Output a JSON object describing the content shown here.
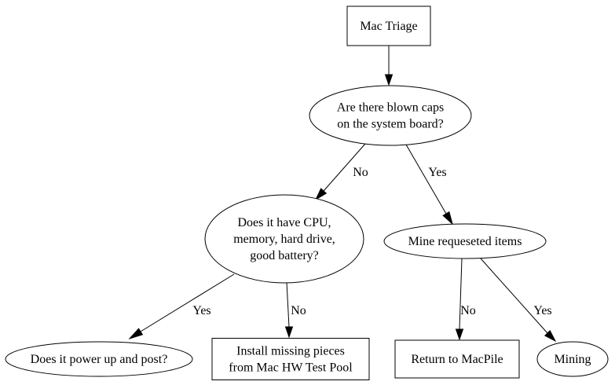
{
  "diagram": {
    "title": "Mac Triage",
    "nodes": [
      {
        "id": "triage",
        "shape": "box",
        "lines": [
          "Mac Triage"
        ]
      },
      {
        "id": "caps",
        "shape": "ellipse",
        "lines": [
          "Are there blown caps",
          "on the system board?"
        ]
      },
      {
        "id": "parts",
        "shape": "ellipse",
        "lines": [
          "Does it have CPU,",
          "memory, hard drive,",
          "good battery?"
        ]
      },
      {
        "id": "mine",
        "shape": "ellipse",
        "lines": [
          "Mine requeseted items"
        ]
      },
      {
        "id": "power",
        "shape": "ellipse",
        "lines": [
          "Does it power up and post?"
        ]
      },
      {
        "id": "install",
        "shape": "box",
        "lines": [
          "Install missing pieces",
          "from Mac HW Test Pool"
        ]
      },
      {
        "id": "return",
        "shape": "box",
        "lines": [
          "Return to MacPile"
        ]
      },
      {
        "id": "mining",
        "shape": "ellipse",
        "lines": [
          "Mining"
        ]
      }
    ],
    "edges": [
      {
        "from": "triage",
        "to": "caps",
        "label": ""
      },
      {
        "from": "caps",
        "to": "parts",
        "label": "No"
      },
      {
        "from": "caps",
        "to": "mine",
        "label": "Yes"
      },
      {
        "from": "parts",
        "to": "power",
        "label": "Yes"
      },
      {
        "from": "parts",
        "to": "install",
        "label": "No"
      },
      {
        "from": "mine",
        "to": "return",
        "label": "No"
      },
      {
        "from": "mine",
        "to": "mining",
        "label": "Yes"
      }
    ]
  }
}
